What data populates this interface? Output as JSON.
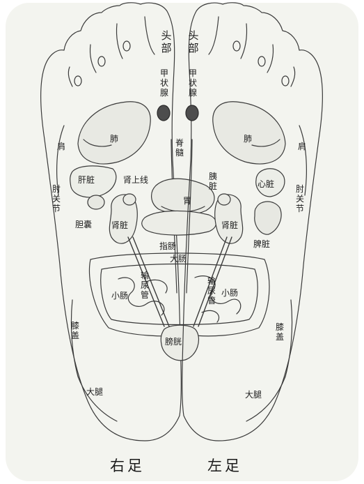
{
  "labels": {
    "head_left": "头部",
    "head_right": "头部",
    "thyroid_left": "甲状腺",
    "thyroid_right": "甲状腺",
    "lung_left": "肺",
    "lung_right": "肺",
    "spine": "脊髓",
    "shoulder_left": "肩",
    "shoulder_right": "肩",
    "elbow_left": "肘关节",
    "elbow_right": "肘关节",
    "liver": "肝脏",
    "gallbladder": "胆囊",
    "adrenal": "肾上线",
    "pancreas": "胰脏",
    "heart": "心脏",
    "stomach": "胃",
    "kidney_left": "肾脏",
    "kidney_right": "肾脏",
    "spleen": "脾脏",
    "duodenum": "指肠",
    "large_intestine": "大肠",
    "ureter_left": "输尿管",
    "ureter_right": "输尿管",
    "small_intestine_left": "小肠",
    "small_intestine_right": "小肠",
    "knee_left": "膝盖",
    "knee_right": "膝盖",
    "bladder": "膀胱",
    "thigh_left": "大腿",
    "thigh_right": "大腿"
  },
  "titles": {
    "right_foot": "右足",
    "left_foot": "左足"
  }
}
